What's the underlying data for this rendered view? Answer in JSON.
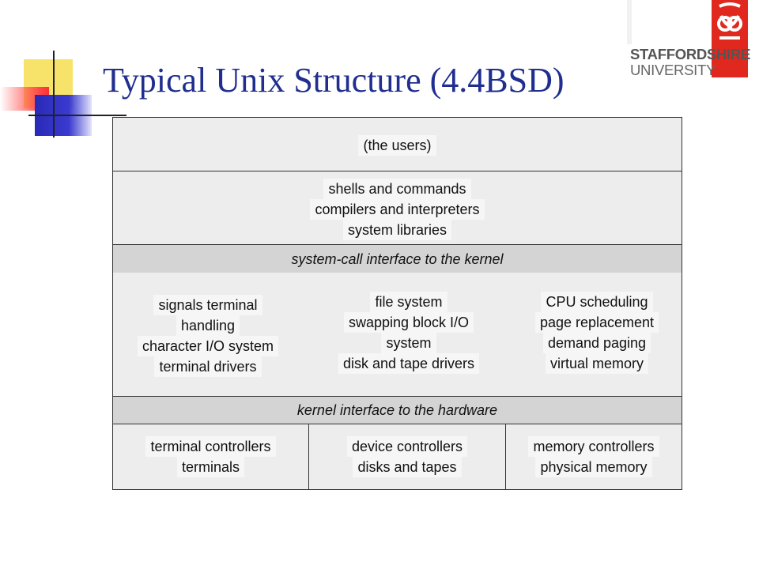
{
  "slide": {
    "title": "Typical Unix Structure (4.4BSD)"
  },
  "logo": {
    "line1": "STAFFORDSHIRE",
    "line2": "UNIVERSITY",
    "color": "#e0281e"
  },
  "diagram": {
    "users": "(the users)",
    "shell_layer": [
      "shells and commands",
      "compilers and interpreters",
      "system libraries"
    ],
    "syscall_interface": "system-call interface to the kernel",
    "kernel_columns": [
      [
        "signals terminal",
        "handling",
        "character I/O system",
        "terminal drivers"
      ],
      [
        "file system",
        "swapping block I/O",
        "system",
        "disk and tape drivers"
      ],
      [
        "CPU scheduling",
        "page replacement",
        "demand paging",
        "virtual memory"
      ]
    ],
    "hardware_interface": "kernel interface to the hardware",
    "controllers": [
      [
        "terminal controllers",
        "terminals"
      ],
      [
        "device controllers",
        "disks and tapes"
      ],
      [
        "memory controllers",
        "physical memory"
      ]
    ]
  }
}
